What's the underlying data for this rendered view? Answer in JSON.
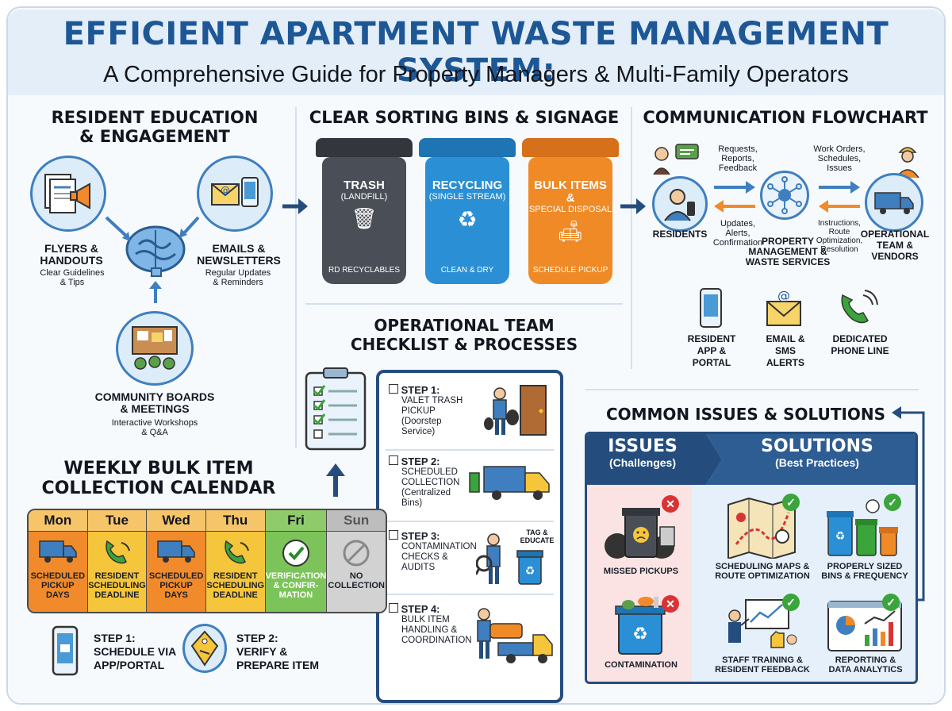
{
  "header": {
    "title": "EFFICIENT APARTMENT WASTE MANAGEMENT SYSTEM:",
    "subtitle": "A Comprehensive Guide for Property Managers & Multi-Family Operators"
  },
  "education": {
    "title_line1": "RESIDENT EDUCATION",
    "title_line2": "& ENGAGEMENT",
    "flyers": {
      "label_line1": "FLYERS &",
      "label_line2": "HANDOUTS",
      "sub_line1": "Clear Guidelines",
      "sub_line2": "& Tips"
    },
    "emails": {
      "label_line1": "EMAILS &",
      "label_line2": "NEWSLETTERS",
      "sub_line1": "Regular Updates",
      "sub_line2": "& Reminders"
    },
    "boards": {
      "label_line1": "COMMUNITY BOARDS",
      "label_line2": "& MEETINGS",
      "sub_line1": "Interactive Workshops",
      "sub_line2": "& Q&A"
    }
  },
  "bins": {
    "title": "CLEAR SORTING BINS & SIGNAGE",
    "items": [
      {
        "name": "TRASH",
        "sub": "(LANDFILL)",
        "foot": "RD RECYCLABLES",
        "color": "#4a4f57",
        "lid": "#33373d"
      },
      {
        "name": "RECYCLING",
        "sub": "(SINGLE STREAM)",
        "foot": "CLEAN & DRY",
        "color": "#2a8fd4",
        "lid": "#1f74b3"
      },
      {
        "name": "BULK ITEMS &",
        "sub": "SPECIAL DISPOSAL",
        "foot": "SCHEDULE PICKUP",
        "color": "#ef8a26",
        "lid": "#d6701a"
      }
    ]
  },
  "flow": {
    "title": "COMMUNICATION FLOWCHART",
    "req_line1": "Requests,",
    "req_line2": "Reports,",
    "req_line3": "Feedback",
    "work_line1": "Work Orders,",
    "work_line2": "Schedules,",
    "work_line3": "Issues",
    "upd_line1": "Updates,",
    "upd_line2": "Alerts,",
    "upd_line3": "Confirmation",
    "ins_line1": "Instructions,",
    "ins_line2": "Route",
    "ins_line3": "Optimization,",
    "ins_line4": "Resolution",
    "residents": "RESIDENTS",
    "pm_line1": "PROPERTY",
    "pm_line2": "MANAGEMENT &",
    "pm_line3": "WASTE SERVICES",
    "ops_line1": "OPERATIONAL",
    "ops_line2": "TEAM &",
    "ops_line3": "VENDORS",
    "channels": [
      {
        "line1": "RESIDENT",
        "line2": "APP &",
        "line3": "PORTAL"
      },
      {
        "line1": "EMAIL &",
        "line2": "SMS",
        "line3": "ALERTS"
      },
      {
        "line1": "DEDICATED",
        "line2": "PHONE LINE",
        "line3": ""
      }
    ]
  },
  "ops": {
    "title_line1": "OPERATIONAL TEAM",
    "title_line2": "CHECKLIST & PROCESSES",
    "steps": [
      {
        "title": "STEP 1:",
        "l1": "VALET TRASH",
        "l2": "PICKUP",
        "l3": "(Doorstep",
        "l4": "Service)"
      },
      {
        "title": "STEP 2:",
        "l1": "SCHEDULED",
        "l2": "COLLECTION",
        "l3": "(Centralized",
        "l4": "Bins)"
      },
      {
        "title": "STEP 3:",
        "l1": "CONTAMINATION",
        "l2": "CHECKS &",
        "l3": "AUDITS",
        "l4": ""
      },
      {
        "title": "STEP 4:",
        "l1": "BULK ITEM",
        "l2": "HANDLING &",
        "l3": "COORDINATION",
        "l4": ""
      }
    ],
    "tag_line1": "TAG &",
    "tag_line2": "EDUCATE"
  },
  "calendar": {
    "title_line1": "WEEKLY BULK ITEM",
    "title_line2": "COLLECTION CALENDAR",
    "days": [
      {
        "day": "Mon",
        "l1": "SCHEDULED",
        "l2": "PICKUP",
        "l3": "DAYS",
        "color": "#f18a2a",
        "head": "#f6c56a",
        "icon": "truck"
      },
      {
        "day": "Tue",
        "l1": "RESIDENT",
        "l2": "SCHEDULING",
        "l3": "DEADLINE",
        "color": "#f5c53b",
        "head": "#f6c56a",
        "icon": "phone"
      },
      {
        "day": "Wed",
        "l1": "SCHEDULED",
        "l2": "PICKUP",
        "l3": "DAYS",
        "color": "#f18a2a",
        "head": "#f6c56a",
        "icon": "truck"
      },
      {
        "day": "Thu",
        "l1": "RESIDENT",
        "l2": "SCHEDULING",
        "l3": "DEADLINE",
        "color": "#f5c53b",
        "head": "#f6c56a",
        "icon": "phone"
      },
      {
        "day": "Fri",
        "l1": "VERIFICATION",
        "l2": "& CONFIR-",
        "l3": "MATION",
        "color": "#7cc35a",
        "head": "#8fcb6a",
        "icon": "check"
      },
      {
        "day": "Sun",
        "l1": "NO",
        "l2": "COLLECTION",
        "l3": "",
        "color": "#d2d2d2",
        "head": "#bdbdbd",
        "icon": "ban"
      }
    ],
    "step1_line1": "STEP 1:",
    "step1_line2": "SCHEDULE VIA",
    "step1_line3": "APP/PORTAL",
    "step2_line1": "STEP 2:",
    "step2_line2": "VERIFY &",
    "step2_line3": "PREPARE ITEM"
  },
  "issues": {
    "title": "COMMON ISSUES & SOLUTIONS",
    "issues_head": "ISSUES",
    "issues_sub": "(Challenges)",
    "sol_head": "SOLUTIONS",
    "sol_sub": "(Best Practices)",
    "missed": "MISSED PICKUPS",
    "contam": "CONTAMINATION",
    "sol1_line1": "SCHEDULING MAPS &",
    "sol1_line2": "ROUTE OPTIMIZATION",
    "sol2_line1": "PROPERLY SIZED",
    "sol2_line2": "BINS & FREQUENCY",
    "sol3_line1": "STAFF TRAINING &",
    "sol3_line2": "RESIDENT FEEDBACK",
    "sol4_line1": "REPORTING &",
    "sol4_line2": "DATA ANALYTICS"
  },
  "colors": {
    "brand": "#1d5796",
    "navy": "#244d7e",
    "issue_bg": "#fbe3e3",
    "sol_bg": "#e6f0fa"
  }
}
